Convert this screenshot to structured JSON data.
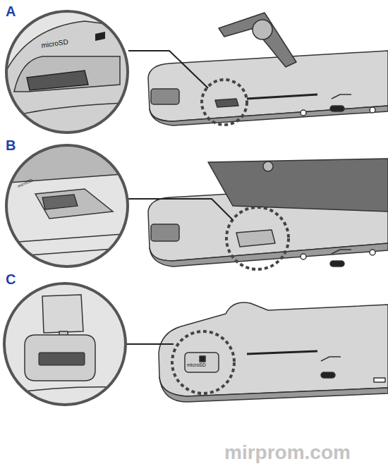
{
  "diagram": {
    "labels": [
      "A",
      "microSD",
      "B",
      "microSD",
      "C",
      "microSD",
      "mirprom.com"
    ]
  }
}
